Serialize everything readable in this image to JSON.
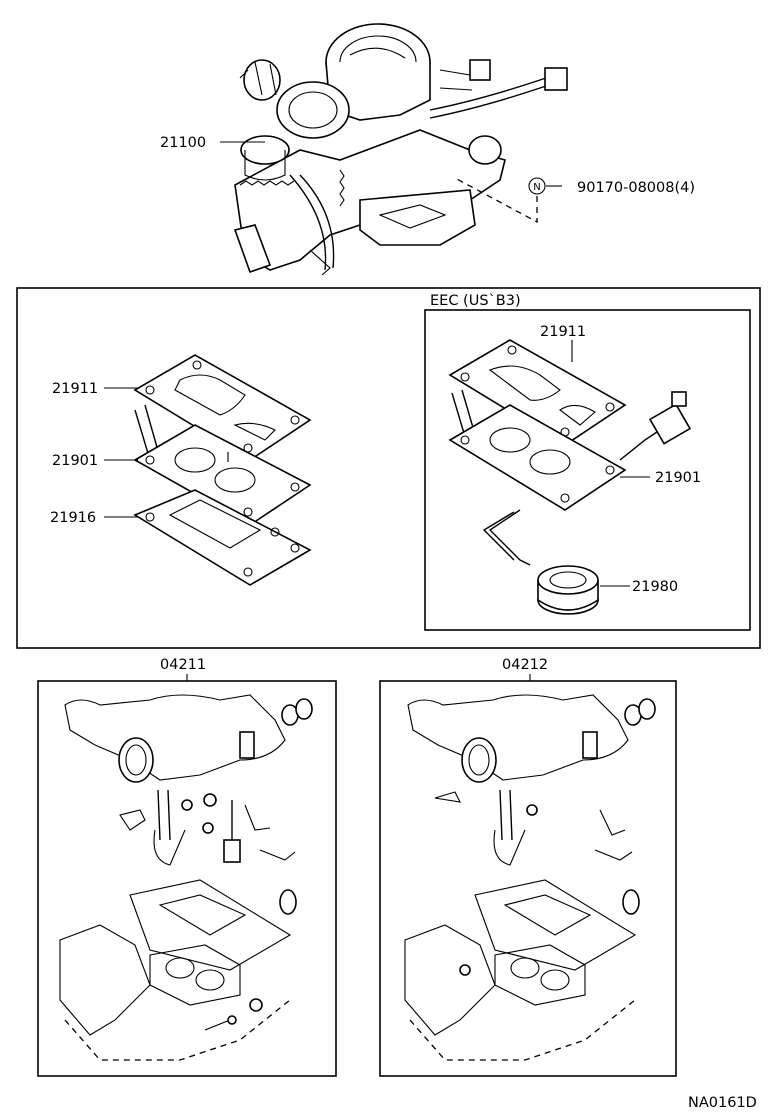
{
  "carburetor": {
    "label": "21100",
    "screw_label": "90170-08008(4)",
    "screw_marker": "N"
  },
  "gasket_set": {
    "standard": {
      "insulator_top": "21911",
      "insulator": "21901",
      "gasket_bottom": "21916"
    },
    "eec": {
      "title": "EEC (US`B3)",
      "insulator_top": "21911",
      "insulator": "21901",
      "heater": "21980"
    }
  },
  "overhaul_kits": {
    "kit_a": "04211",
    "kit_b": "04212"
  },
  "drawing_id": "NA0161D"
}
